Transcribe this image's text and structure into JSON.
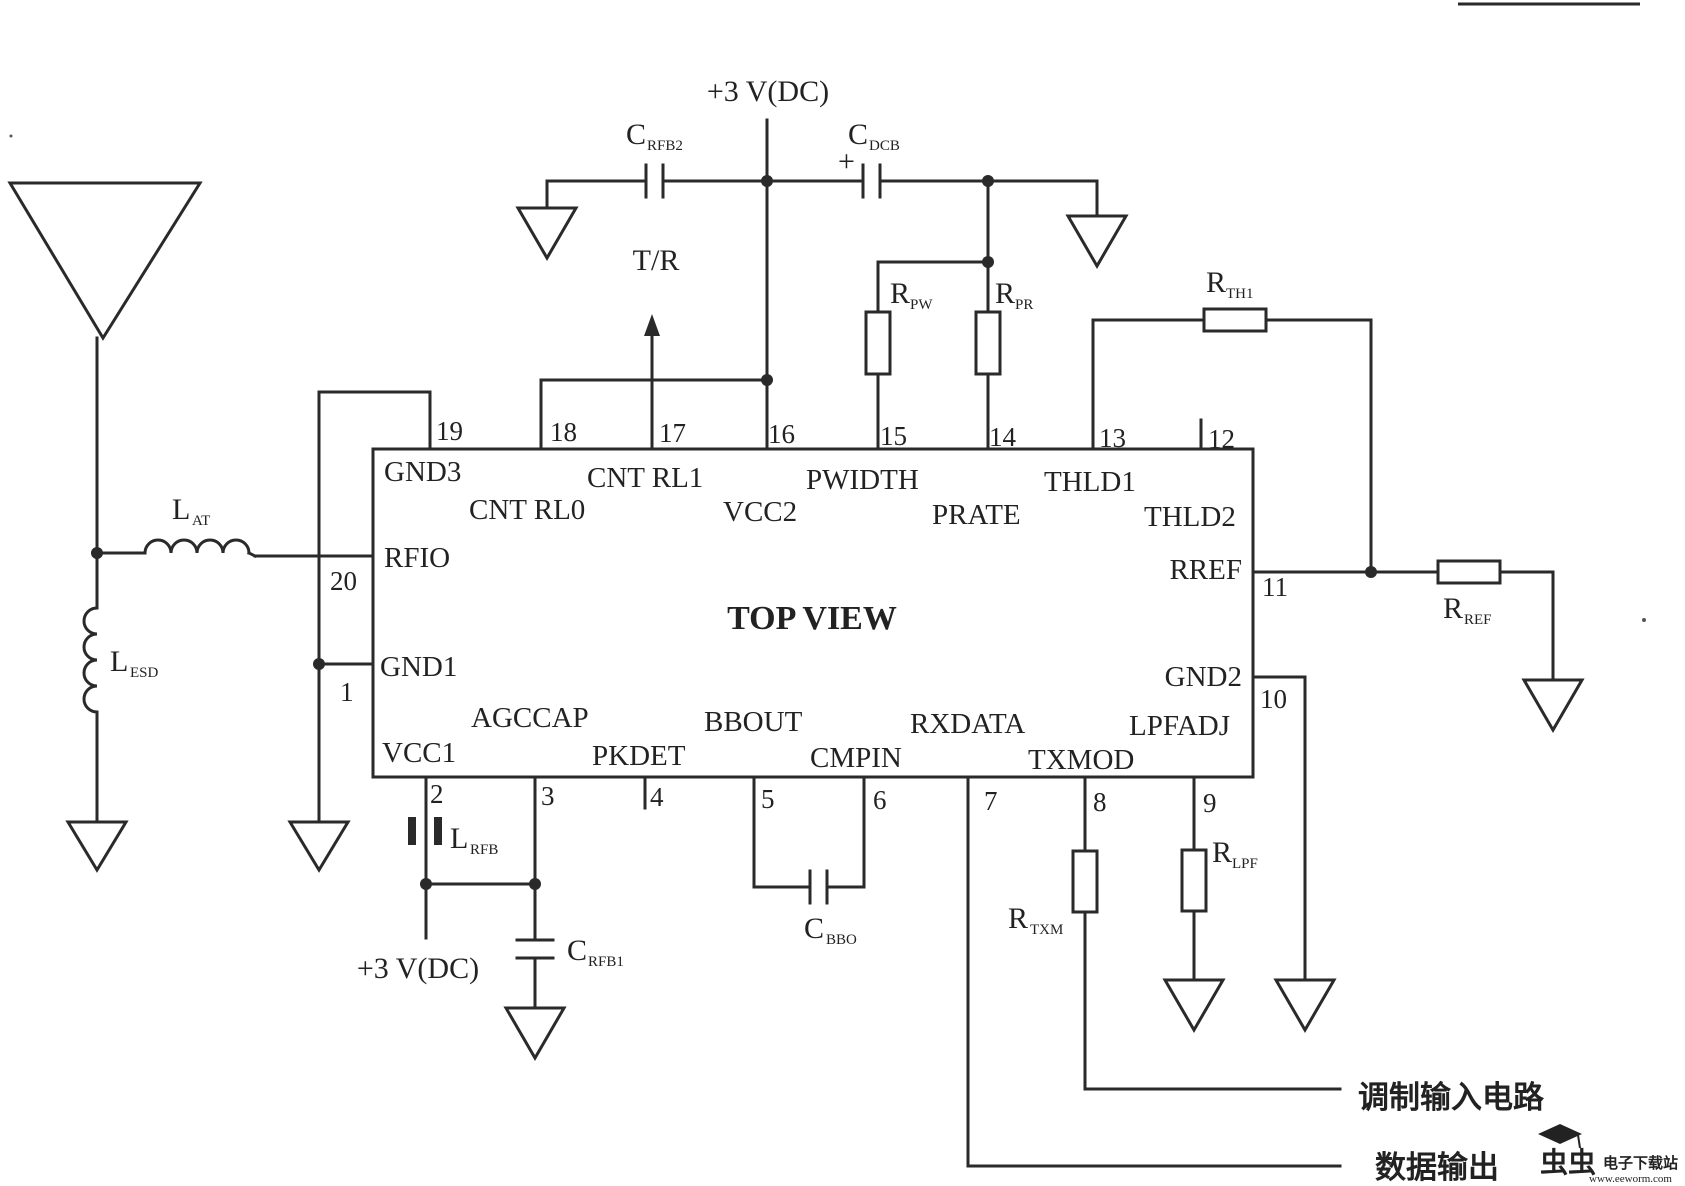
{
  "chip": {
    "title": "TOP VIEW",
    "pins": [
      {
        "num": "1",
        "name": "GND1"
      },
      {
        "num": "2",
        "name": "VCC1"
      },
      {
        "num": "3",
        "name": "AGCCAP"
      },
      {
        "num": "4",
        "name": "PKDET"
      },
      {
        "num": "5",
        "name": "BBOUT"
      },
      {
        "num": "6",
        "name": "CMPIN"
      },
      {
        "num": "7",
        "name": "RXDATA"
      },
      {
        "num": "8",
        "name": "TXMOD"
      },
      {
        "num": "9",
        "name": "LPFADJ"
      },
      {
        "num": "10",
        "name": "GND2"
      },
      {
        "num": "11",
        "name": "RREF"
      },
      {
        "num": "12",
        "name": "THLD2"
      },
      {
        "num": "13",
        "name": "THLD1"
      },
      {
        "num": "14",
        "name": "PRATE"
      },
      {
        "num": "15",
        "name": "PWIDTH"
      },
      {
        "num": "16",
        "name": "VCC2"
      },
      {
        "num": "17",
        "name": "CNT RL1"
      },
      {
        "num": "18",
        "name": "CNT RL0"
      },
      {
        "num": "19",
        "name": "GND3"
      },
      {
        "num": "20",
        "name": "RFIO"
      }
    ]
  },
  "supply_top": "+3 V(DC)",
  "supply_bottom": "+3 V(DC)",
  "tr_label": "T/R",
  "cdcb_plus": "+",
  "components": {
    "crfb2": {
      "main": "C",
      "sub": "RFB2"
    },
    "cdcb": {
      "main": "C",
      "sub": "DCB"
    },
    "rpw": {
      "main": "R",
      "sub": "PW"
    },
    "rpr": {
      "main": "R",
      "sub": "PR"
    },
    "rth1": {
      "main": "R",
      "sub": "TH1"
    },
    "lat": {
      "main": "L",
      "sub": "AT"
    },
    "lesd": {
      "main": "L",
      "sub": "ESD"
    },
    "rref": {
      "main": "R",
      "sub": "REF"
    },
    "lrfb": {
      "main": "L",
      "sub": "RFB"
    },
    "crfb1": {
      "main": "C",
      "sub": "RFB1"
    },
    "cbbo": {
      "main": "C",
      "sub": "BBO"
    },
    "rtxm": {
      "main": "R",
      "sub": "TXM"
    },
    "rlpf": {
      "main": "R",
      "sub": "LPF"
    }
  },
  "outputs": {
    "modulation_input": "调制输入电路",
    "data_output": "数据输出"
  },
  "watermark": {
    "logo": "虫虫",
    "site_name": "电子下载站",
    "url": "www.eeworm.com"
  }
}
